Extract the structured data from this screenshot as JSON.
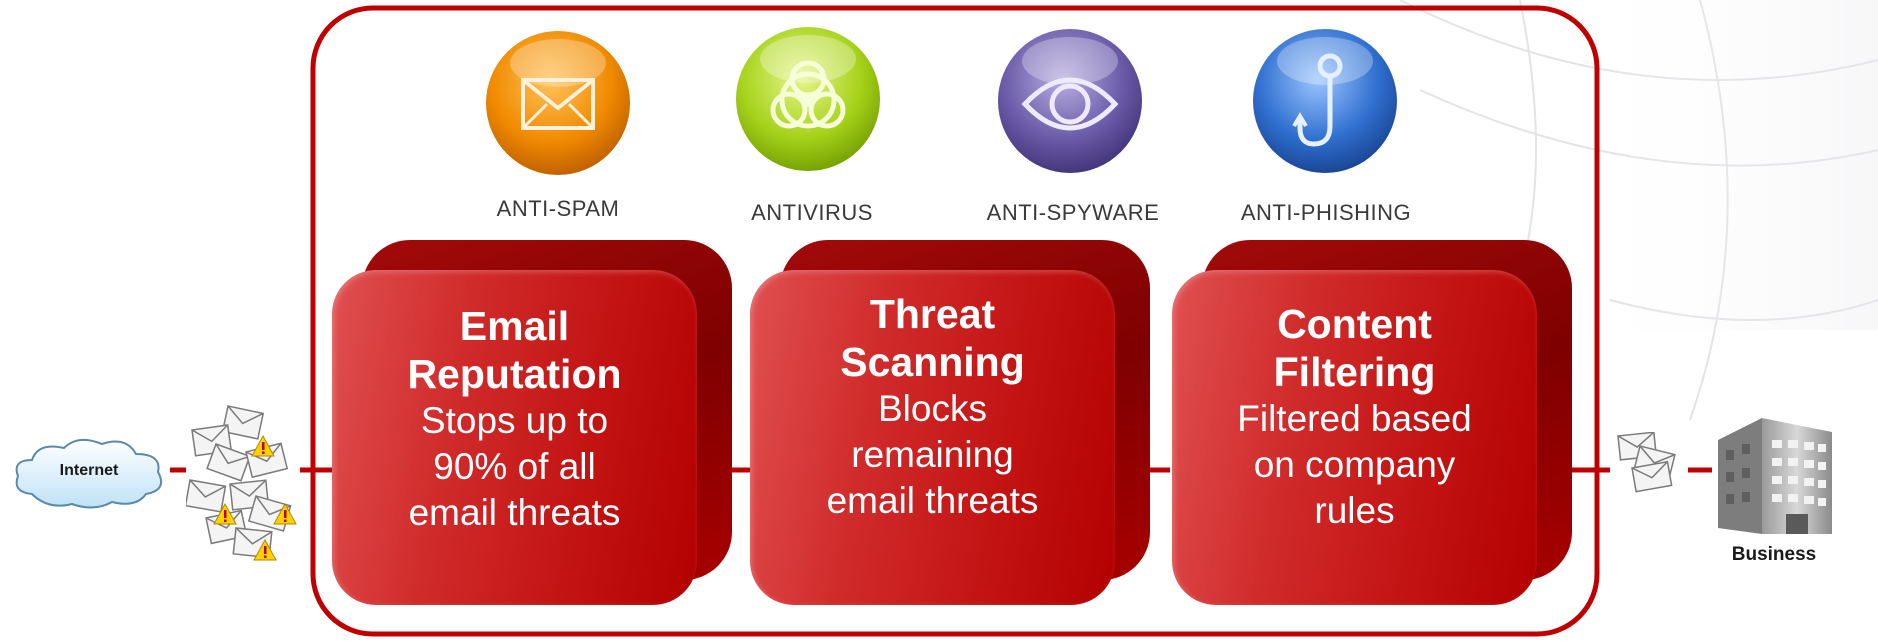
{
  "colors": {
    "frame": "#c00000",
    "box_red": "#d32020",
    "box_dark": "#8a0000",
    "connector": "#c00000",
    "anti_spam_orb": "#f08a00",
    "antivirus_orb": "#a6d21a",
    "anti_spyware_orb": "#6a5aa8",
    "anti_phishing_orb": "#2f6fcf"
  },
  "products": [
    {
      "label": "ANTI-SPAM",
      "icon": "envelope-icon"
    },
    {
      "label": "ANTIVIRUS",
      "icon": "biohazard-icon"
    },
    {
      "label": "ANTI-SPYWARE",
      "icon": "eye-icon"
    },
    {
      "label": "ANTI-PHISHING",
      "icon": "fishhook-icon"
    }
  ],
  "stages": [
    {
      "title": "Email\nReputation",
      "description": "Stops up to\n90% of all\nemail threats"
    },
    {
      "title": "Threat\nScanning",
      "description": "Blocks\nremaining\nemail threats"
    },
    {
      "title": "Content\nFiltering",
      "description": "Filtered based\non company\nrules"
    }
  ],
  "source": {
    "label": "Internet",
    "icon": "cloud-icon"
  },
  "incoming_mail_icon": "envelope-warning-stack-icon",
  "outgoing_mail_icon": "envelope-stack-icon",
  "destination": {
    "label": "Business",
    "icon": "office-building-icon"
  }
}
